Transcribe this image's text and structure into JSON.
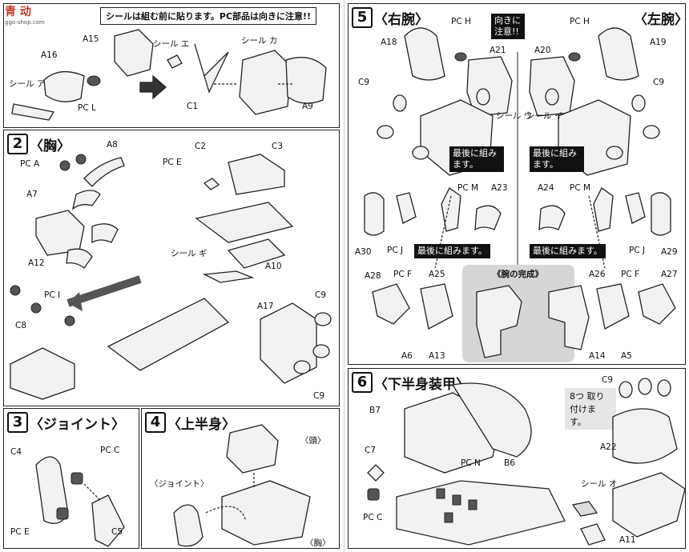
{
  "watermark": {
    "text": "青 动",
    "url": "ggo-shop.com"
  },
  "step1": {
    "notice": "シールは組む前に貼ります。PC部品は向きに注意!!",
    "labels": {
      "a15": "A15",
      "a16": "A16",
      "seal_a": "シール ア",
      "pc_l": "PC L",
      "seal_e": "シール エ",
      "seal_ka": "シール カ",
      "c1": "C1",
      "a9": "A9"
    }
  },
  "step2": {
    "number": "2",
    "title": "〈胸〉",
    "labels": {
      "a8": "A8",
      "pc_a": "PC A",
      "a7": "A7",
      "a12": "A12",
      "c2": "C2",
      "c3": "C3",
      "pc_e": "PC E",
      "seal_gi": "シール ギ",
      "a10": "A10",
      "pc_i": "PC I",
      "c8": "C8",
      "a17": "A17",
      "c9a": "C9",
      "c9b": "C9"
    }
  },
  "step3": {
    "number": "3",
    "title": "〈ジョイント〉",
    "labels": {
      "c4": "C4",
      "pc_c": "PC C",
      "pc_e": "PC E",
      "c5": "C5"
    }
  },
  "step4": {
    "number": "4",
    "title": "〈上半身〉",
    "labels": {
      "head": "〈頭〉",
      "joint": "〈ジョイント〉",
      "chest": "〈胸〉"
    }
  },
  "step5": {
    "number": "5",
    "title_right": "〈右腕〉",
    "title_left": "〈左腕〉",
    "notice": "向きに注意!!",
    "last_note": "最後に組みます。",
    "complete": "《腕の完成》",
    "labels": {
      "a18": "A18",
      "pc_h_r": "PC H",
      "a21": "A21",
      "c9_r": "C9",
      "seal_u": "シール ウ",
      "a20": "A20",
      "pc_h_l": "PC H",
      "a19": "A19",
      "c9_l": "C9",
      "seal_i": "シール イ",
      "pc_m_r": "PC M",
      "a23": "A23",
      "a30": "A30",
      "pc_j_r": "PC J",
      "a24": "A24",
      "pc_m_l": "PC M",
      "pc_j_l": "PC J",
      "a29": "A29",
      "a28_r": "A28",
      "pc_f_r": "PC F",
      "a25": "A25",
      "a6_r": "A6",
      "a13": "A13",
      "a26": "A26",
      "pc_f_l": "PC F",
      "a27": "A27",
      "a14": "A14",
      "a5": "A5"
    }
  },
  "step6": {
    "number": "6",
    "title": "〈下半身装甲〉",
    "attach_note": "8つ 取り付けます。",
    "labels": {
      "b7": "B7",
      "c7": "C7",
      "pc_n": "PC N",
      "b6": "B6",
      "pc_c": "PC C",
      "c9": "C9",
      "a22": "A22",
      "seal_o": "シール オ",
      "a11": "A11"
    }
  }
}
